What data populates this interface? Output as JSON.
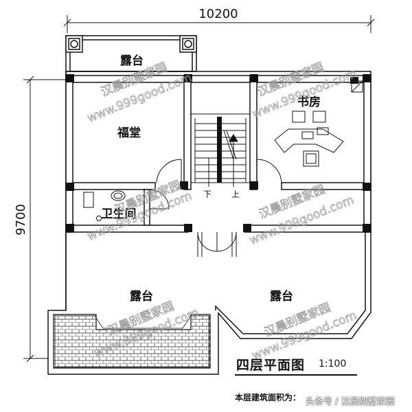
{
  "dimensions": {
    "width_label": "10200",
    "height_label": "9700"
  },
  "rooms": {
    "top_terrace": "露台",
    "shrine_hall": "福堂",
    "study": "书房",
    "bathroom": "卫生间",
    "terrace_left": "露台",
    "terrace_right": "露台"
  },
  "stairs": {
    "down": "下",
    "up": "上"
  },
  "watermark": {
    "cn": "汉晨别墅家园",
    "url": "www.999good.com"
  },
  "title": {
    "text": "四层平面图",
    "scale": "1:100"
  },
  "area_note": "本层建筑面积为：",
  "credit": "头条号 / 汉晨别墅家园",
  "colors": {
    "line": "#111111",
    "watermark": "#9a9a9a",
    "page": "#ffffff"
  }
}
